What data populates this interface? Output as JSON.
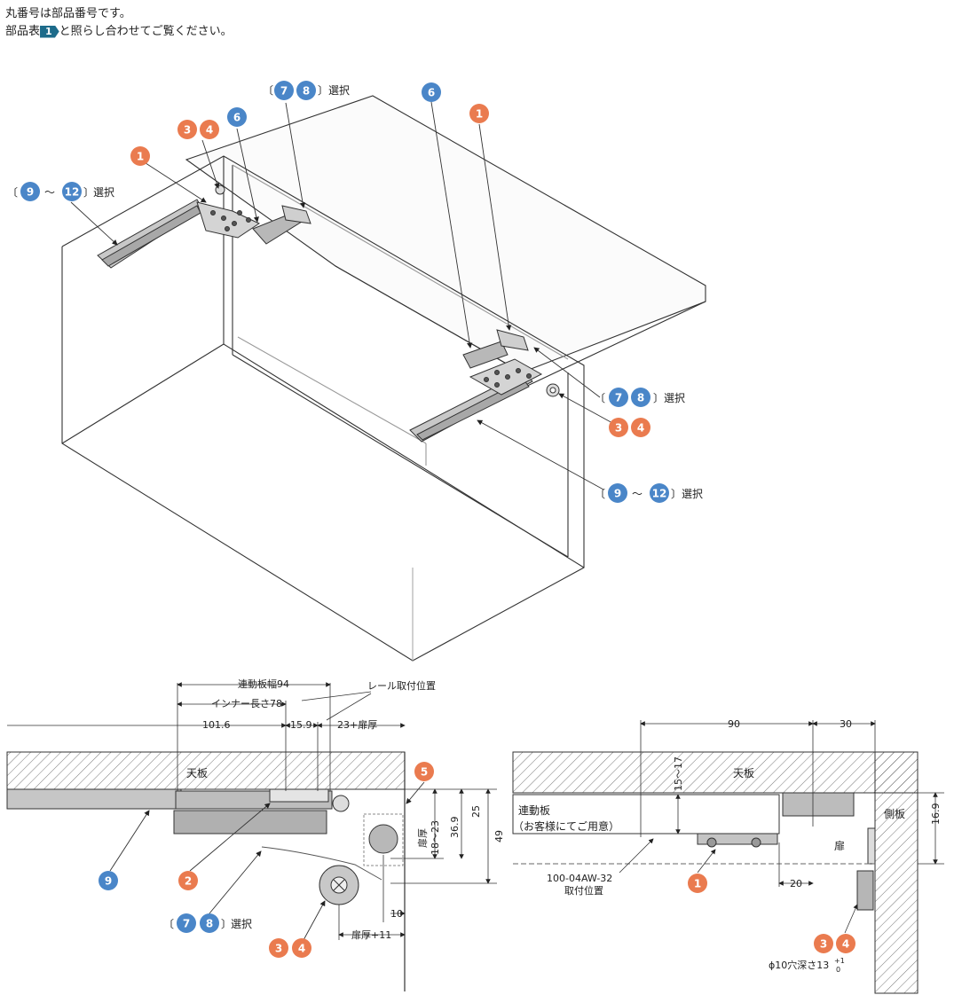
{
  "header": {
    "line1": "丸番号は部品番号です。",
    "line2_pre": "部品表",
    "line2_tag": "1",
    "line2_post": "と照らし合わせてご覧ください。"
  },
  "colors": {
    "orange": "#ea7b4f",
    "blue": "#4a86c8",
    "tag": "#1d6b8a"
  },
  "top_view": {
    "circles": [
      {
        "n": "3",
        "c": "orange"
      },
      {
        "n": "4",
        "c": "orange"
      },
      {
        "n": "6",
        "c": "blue"
      },
      {
        "n": "1",
        "c": "orange"
      },
      {
        "n": "7",
        "c": "blue"
      },
      {
        "n": "8",
        "c": "blue"
      },
      {
        "n": "9",
        "c": "blue"
      },
      {
        "n": "12",
        "c": "blue"
      },
      {
        "n": "6",
        "c": "blue"
      },
      {
        "n": "1",
        "c": "orange"
      },
      {
        "n": "7",
        "c": "blue"
      },
      {
        "n": "8",
        "c": "blue"
      },
      {
        "n": "3",
        "c": "orange"
      },
      {
        "n": "4",
        "c": "orange"
      },
      {
        "n": "9",
        "c": "blue"
      },
      {
        "n": "12",
        "c": "blue"
      }
    ],
    "select_label": "選択",
    "bracket_open": "〔",
    "bracket_close": "〕",
    "range_sep": "〜"
  },
  "left_section": {
    "dims": {
      "link_plate_width": "連動板幅94",
      "inner_length": "インナー長さ78",
      "rail_position": "レール取付位置",
      "d101": "101.6",
      "d159": "15.9",
      "d23": "23+扉厚",
      "d369": "36.9",
      "d25": "25",
      "d49": "49",
      "door_thickness": "扉厚",
      "door_range": "18〜23",
      "d10": "10",
      "door_plus11": "扉厚+11"
    },
    "top_board": "天板",
    "circles": [
      {
        "n": "5",
        "c": "orange"
      },
      {
        "n": "9",
        "c": "blue"
      },
      {
        "n": "2",
        "c": "orange"
      },
      {
        "n": "7",
        "c": "blue"
      },
      {
        "n": "8",
        "c": "blue"
      },
      {
        "n": "3",
        "c": "orange"
      },
      {
        "n": "4",
        "c": "orange"
      }
    ]
  },
  "right_section": {
    "dims": {
      "d90": "90",
      "d30": "30",
      "d15_17": "15〜17",
      "d169": "16.9",
      "d20": "20"
    },
    "top_board": "天板",
    "side_board": "側板",
    "door": "扉",
    "link_plate": "連動板",
    "link_plate_note": "（お客様にてご用意）",
    "part_code": "100-04AW-32",
    "mount_position": "取付位置",
    "hole_note": "ϕ10穴深さ13",
    "hole_tol_plus": "+1",
    "hole_tol_zero": "0",
    "circles": [
      {
        "n": "1",
        "c": "orange"
      },
      {
        "n": "3",
        "c": "orange"
      },
      {
        "n": "4",
        "c": "orange"
      }
    ]
  }
}
